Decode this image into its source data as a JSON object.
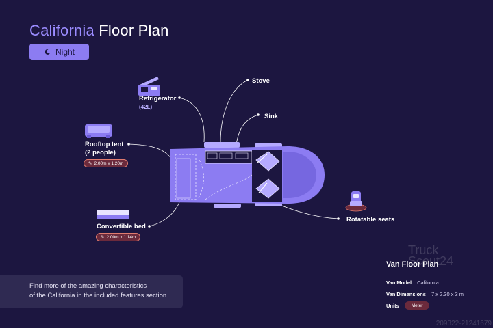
{
  "header": {
    "title_accent": "California",
    "title_rest": "Floor Plan",
    "mode_button": "Night"
  },
  "features": {
    "refrigerator": {
      "label": "Refrigerator",
      "sub": "(42L)"
    },
    "stove": {
      "label": "Stove"
    },
    "sink": {
      "label": "Sink"
    },
    "rooftop_tent": {
      "label": "Rooftop tent",
      "sub": "(2 people)",
      "dimensions": "2.00m x 1.20m"
    },
    "convertible_bed": {
      "label": "Convertible bed",
      "dimensions": "2.00m x 1.14m"
    },
    "rotatable_seats": {
      "label": "Rotatable seats"
    }
  },
  "info": {
    "line1": "Find more of the amazing characteristics",
    "line2": "of the California in the included features section."
  },
  "legend": {
    "title": "Van Floor Plan",
    "model_key": "Van Model",
    "model_value": "California",
    "dimensions_key": "Van Dimensions",
    "dimensions_value": "7 x 2.30 x 3 m",
    "units_key": "Units",
    "units_value": "Meter"
  },
  "watermark": {
    "line1": "Truck",
    "line2": "Scout24",
    "code": "209322-21241679"
  },
  "colors": {
    "background": "#1c1640",
    "accent": "#9b8cff",
    "van_body": "#8c7cf2",
    "badge": "#6b2a3c"
  },
  "icons": [
    "moon-icon",
    "refrigerator-icon",
    "rooftop-tent-icon",
    "convertible-bed-icon",
    "seat-icon",
    "ruler-icon"
  ]
}
